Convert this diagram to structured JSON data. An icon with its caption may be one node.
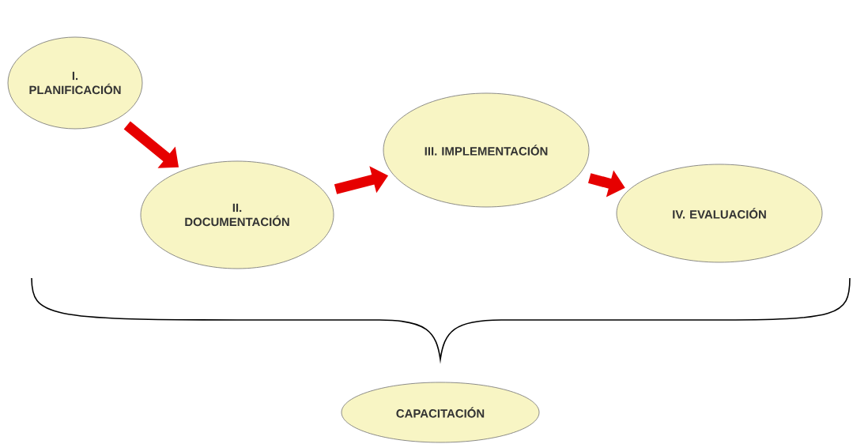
{
  "diagram": {
    "nodes": [
      {
        "text": [
          "I. PLANIFICACIÓN"
        ]
      },
      {
        "text": [
          "II. DOCUMENTACIÓN"
        ]
      },
      {
        "text": [
          "III. IMPLEMENTACIÓN"
        ]
      },
      {
        "text": [
          "IV. EVALUACIÓN"
        ]
      },
      {
        "text": [
          "CAPACITACIÓN"
        ]
      }
    ],
    "edges": [
      {
        "from": 0,
        "to": 1,
        "arrow": "to"
      },
      {
        "from": 1,
        "to": 2,
        "arrow": "to"
      },
      {
        "from": 2,
        "to": 3,
        "arrow": "to"
      }
    ]
  }
}
